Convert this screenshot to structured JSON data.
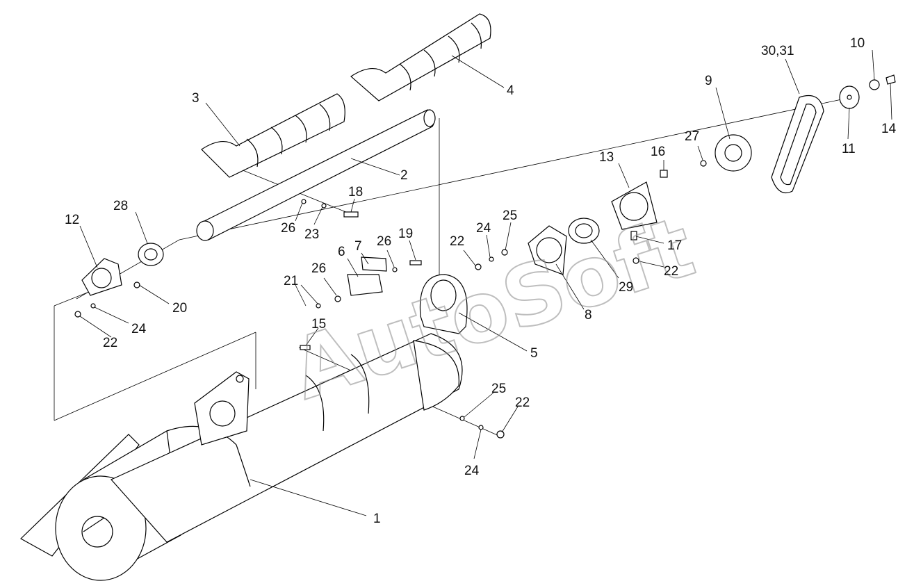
{
  "watermark": "AutoSoft",
  "callouts": {
    "c1": "1",
    "c2": "2",
    "c3": "3",
    "c4": "4",
    "c5": "5",
    "c6": "6",
    "c7": "7",
    "c8": "8",
    "c9": "9",
    "c10": "10",
    "c11": "11",
    "c12": "12",
    "c13": "13",
    "c14": "14",
    "c15": "15",
    "c16": "16",
    "c17": "17",
    "c18": "18",
    "c19": "19",
    "c20": "20",
    "c21": "21",
    "c22a": "22",
    "c22b": "22",
    "c22c": "22",
    "c22d": "22",
    "c23": "23",
    "c24a": "24",
    "c24b": "24",
    "c24c": "24",
    "c25a": "25",
    "c25b": "25",
    "c26a": "26",
    "c26b": "26",
    "c26c": "26",
    "c27": "27",
    "c28": "28",
    "c29": "29",
    "c3031": "30,31"
  }
}
